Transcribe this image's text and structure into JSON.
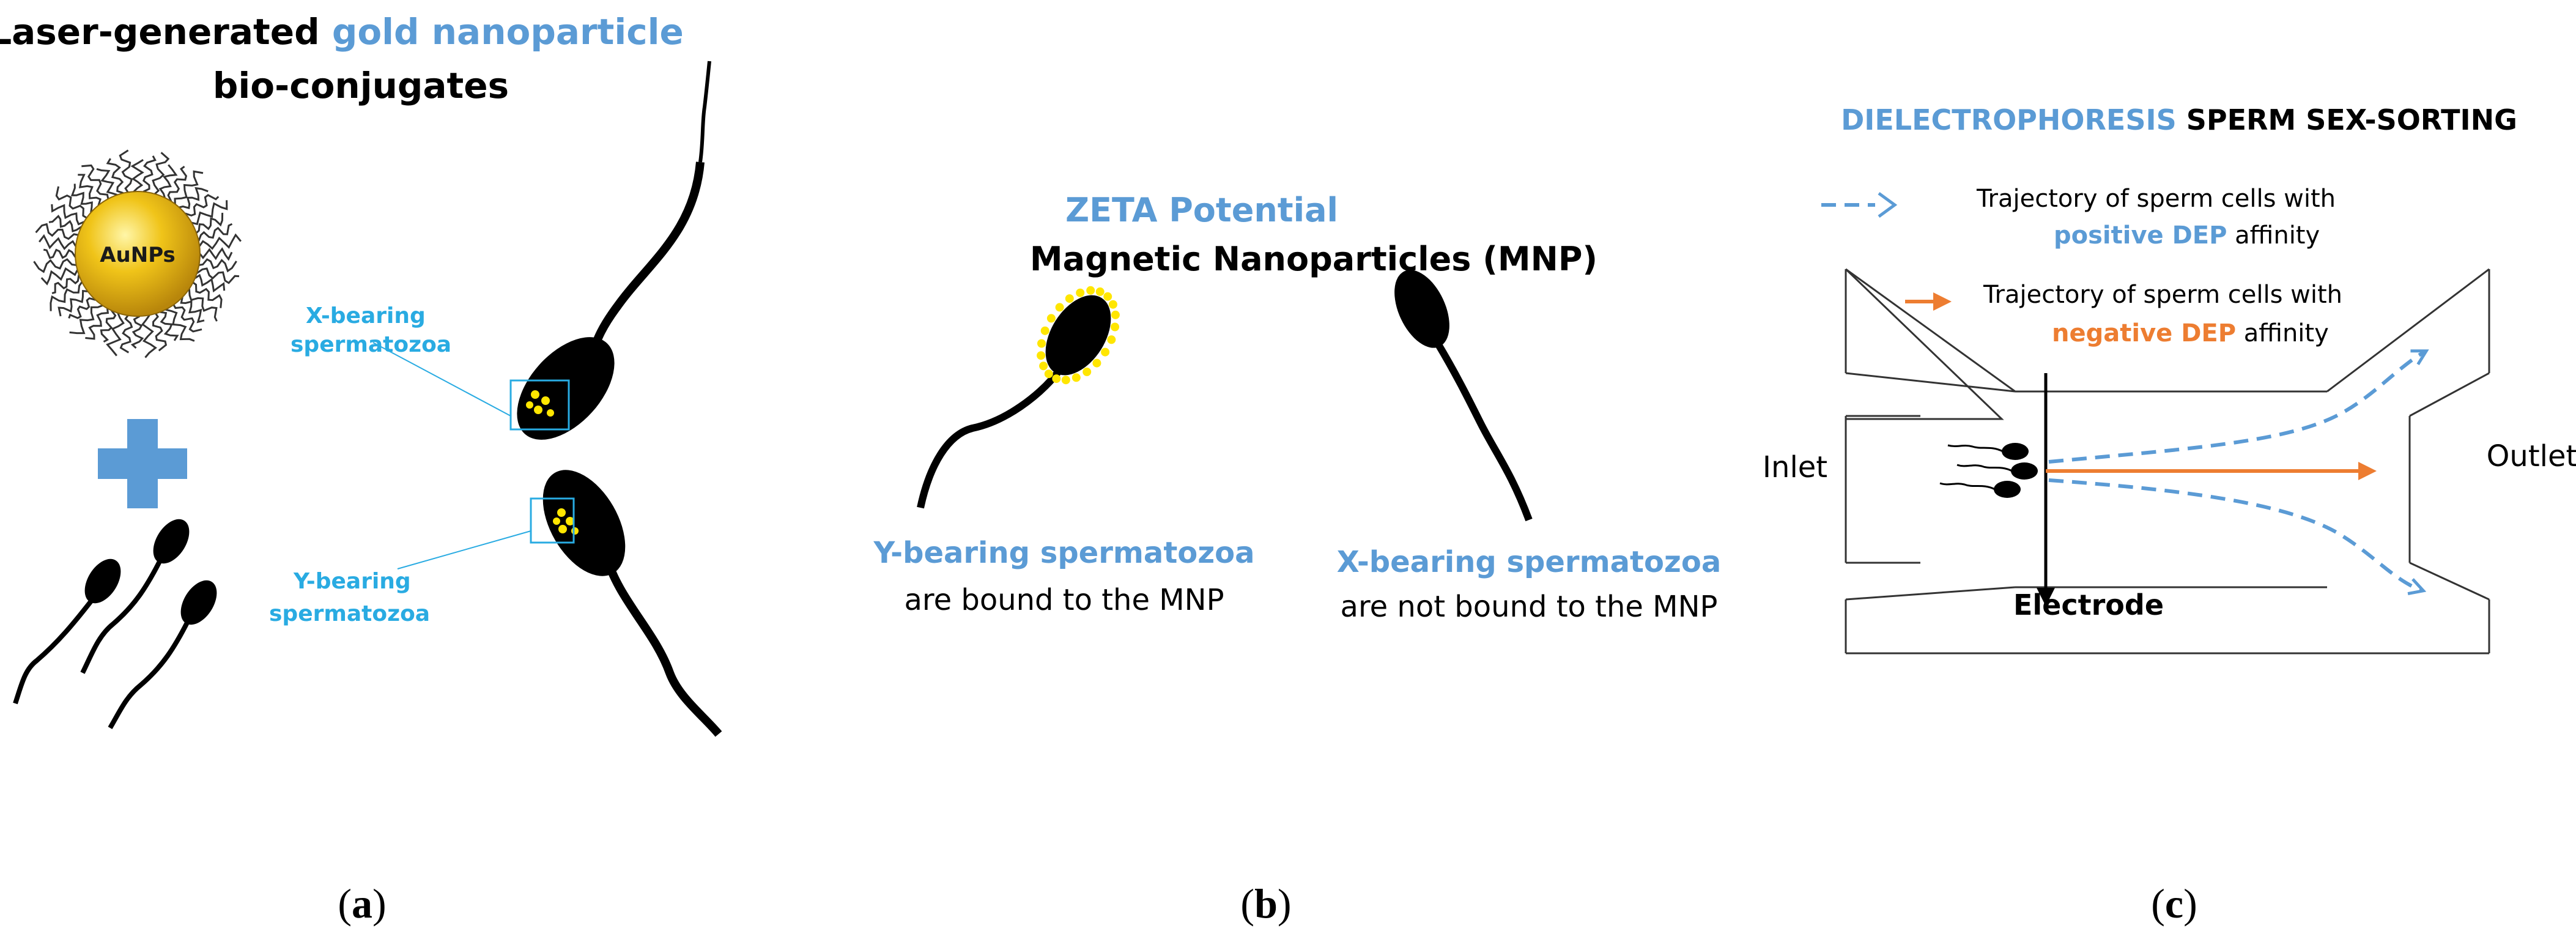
{
  "colors": {
    "blue": "#5b9bd5",
    "cyan": "#29abe2",
    "orange": "#ed7d31",
    "black": "#000000",
    "gold": "#e8b40a",
    "dot_yellow": "#ffe600"
  },
  "panel_a": {
    "title_part1": "Laser-generated ",
    "title_highlight": "gold nanoparticle",
    "title_line2": "bio-conjugates",
    "aunp_label": "AuNPs",
    "x_label_line1": "X-bearing",
    "x_label_line2": "spermatozoa",
    "y_label_line1": "Y-bearing",
    "y_label_line2": "spermatozoa",
    "caption_open": "(",
    "caption_letter": "a",
    "caption_close": ")"
  },
  "panel_b": {
    "title_zeta": "ZETA Potential",
    "title_mnp": "Magnetic Nanoparticles (MNP)",
    "y_label_bold": "Y-bearing spermatozoa",
    "y_label_regular": "are bound to the MNP",
    "x_label_bold": "X-bearing spermatozoa",
    "x_label_regular": "are not bound to the MNP",
    "caption_open": "(",
    "caption_letter": "b",
    "caption_close": ")"
  },
  "panel_c": {
    "title_blue": "DIELECTROPHORESIS",
    "title_black": " SPERM SEX-SORTING",
    "legend_positive_line1": "Trajectory of sperm cells with",
    "legend_positive_bold": "positive DEP",
    "legend_positive_tail": " affinity",
    "legend_negative_line1": "Trajectory of sperm cells with",
    "legend_negative_bold": "negative DEP",
    "legend_negative_tail": " affinity",
    "inlet_label": "Inlet",
    "outlet_label": "Outlet",
    "electrode_label": "Electrode",
    "caption_open": "(",
    "caption_letter": "c",
    "caption_close": ")"
  }
}
